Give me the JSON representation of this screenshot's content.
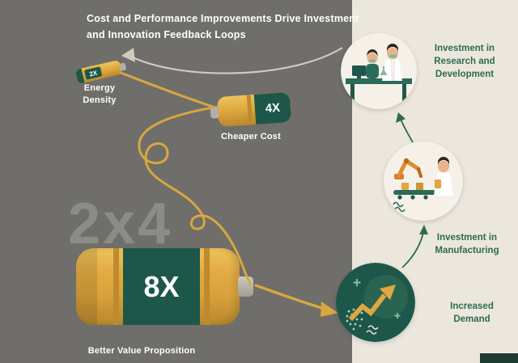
{
  "title": {
    "lines": [
      "Cost and Performance Improvements Drive Investment",
      "and Innovation Feedback Loops"
    ]
  },
  "watermark": "2x4",
  "batteries": {
    "small": {
      "multiplier": "2X",
      "label_lines": [
        "Energy",
        "Density"
      ]
    },
    "medium": {
      "multiplier": "4X",
      "label": "Cheaper Cost"
    },
    "large": {
      "multiplier": "8X",
      "label": "Better Value Proposition"
    }
  },
  "loop_labels": {
    "rnd_lines": [
      "Investment in",
      "Research and",
      "Development"
    ],
    "manufacturing_lines": [
      "Investment in",
      "Manufacturing"
    ],
    "demand_lines": [
      "Increased",
      "Demand"
    ]
  },
  "icons": {
    "top_circle": "research-lab-illustration",
    "middle_circle": "manufacturing-robot-illustration",
    "bottom_circle": "growth-chart-illustration"
  },
  "colors": {
    "background_left": "#6f6e6a",
    "background_right": "#ece7dd",
    "battery_yellow": "#dfa83f",
    "battery_green": "#1d574a",
    "wire_gold": "#d9a63f",
    "label_green": "#2e6b52"
  }
}
